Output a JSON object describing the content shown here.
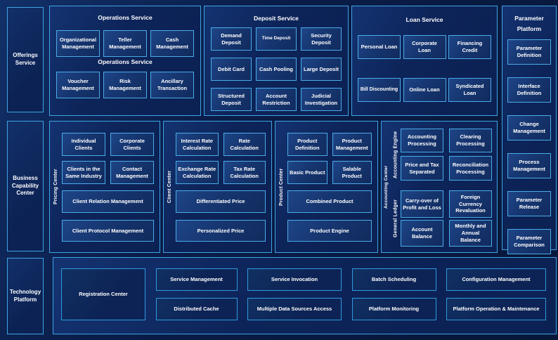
{
  "sidebars": {
    "offerings": "Offerings Service",
    "business_capability": "Business Capability Center",
    "technology": "Technology Platform"
  },
  "operations": {
    "title": "Operations Service",
    "subtitle": "Operations Service",
    "row1": [
      "Organizational Management",
      "Teller Management",
      "Cash Management"
    ],
    "row2": [
      "Voucher Management",
      "Risk Management",
      "Ancillary Transaction"
    ]
  },
  "deposit": {
    "title": "Deposit Service",
    "row1": [
      "Demand Deposit",
      "Time Deposit",
      "Security Deposit"
    ],
    "row2": [
      "Debit Card",
      "Cash Pooling",
      "Large Deposit"
    ],
    "row3": [
      "Structured Deposit",
      "Account Restriction",
      "Judicial Investigation"
    ]
  },
  "loan": {
    "title": "Loan Service",
    "row1": [
      "Personal Loan",
      "Corporate Loan",
      "Financing Credit"
    ],
    "row2": [
      "Bill Discounting",
      "Online Loan",
      "Syndicated Loan"
    ]
  },
  "parameter_platform": {
    "title": "Parameter Platform",
    "items": [
      "Parameter Definition",
      "Interface Definition",
      "Change Management",
      "Process Management",
      "Parameter Release",
      "Parameter Comparison"
    ]
  },
  "pricing_center": {
    "label": "Pricing Center",
    "row1": [
      "Individual Clients",
      "Corporate Clients"
    ],
    "row2": [
      "Clients in the Same Industry",
      "Contact Management"
    ],
    "wide1": "Client Relation Management",
    "wide2": "Client Protocol Management"
  },
  "client_center": {
    "label": "Client Center",
    "row1": [
      "Interest Rate Calculation",
      "Rate Calculation"
    ],
    "row2": [
      "Exchange Rate Calculation",
      "Tax Rate Calculation"
    ],
    "wide1": "Differentiated Price",
    "wide2": "Personalized Price"
  },
  "product_center": {
    "label": "Product Center",
    "row1": [
      "Product Definition",
      "Product Management"
    ],
    "row2": [
      "Basic Product",
      "Salable Product"
    ],
    "wide1": "Combined Product",
    "wide2": "Product Engine"
  },
  "accounting_center": {
    "label": "Accounting Center",
    "engine": {
      "label": "Accounting Engine",
      "row1": [
        "Accounting Processing",
        "Clearing Processing"
      ],
      "row2": [
        "Price and Tax Separated",
        "Reconciliation Processing"
      ]
    },
    "ledger": {
      "label": "General Ledger",
      "row1": [
        "Carry-over of Profit and Loss",
        "Foreign Currency Revaluation"
      ],
      "row2": [
        "Account Balance",
        "Monthly and Annual Balance"
      ]
    }
  },
  "technology_platform": {
    "registration": "Registration Center",
    "columns": [
      {
        "top": "Service Management",
        "bottom": "Distributed Cache"
      },
      {
        "top": "Service Invocation",
        "bottom": "Multiple Data Sources Access"
      },
      {
        "top": "Batch Scheduling",
        "bottom": "Platform Monitoring"
      },
      {
        "top": "Configuration Management",
        "bottom": "Platform Operation & Maintenance"
      }
    ]
  },
  "colors": {
    "background": "#0a1c48",
    "panel": "#0d2459",
    "box_fill": "#16356f",
    "border": "#3da4e6",
    "text": "#ffffff"
  }
}
